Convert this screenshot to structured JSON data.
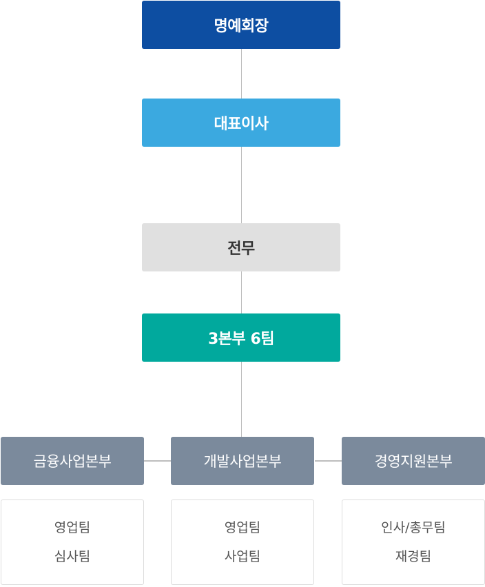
{
  "chart": {
    "chairman": "명예회장",
    "ceo": "대표이사",
    "director": "전무",
    "organization": "3본부 6팀",
    "divisions": [
      {
        "name": "금융사업본부",
        "teams": [
          "영업팀",
          "심사팀"
        ]
      },
      {
        "name": "개발사업본부",
        "teams": [
          "영업팀",
          "사업팀"
        ]
      },
      {
        "name": "경영지원본부",
        "teams": [
          "인사/총무팀",
          "재경팀"
        ]
      }
    ]
  },
  "colors": {
    "chairman": "#0d4ea2",
    "ceo": "#3ba9e0",
    "director": "#e0e0e0",
    "organization": "#01a99d",
    "division": "#7b8a9c",
    "connector": "#bdbdbd"
  }
}
